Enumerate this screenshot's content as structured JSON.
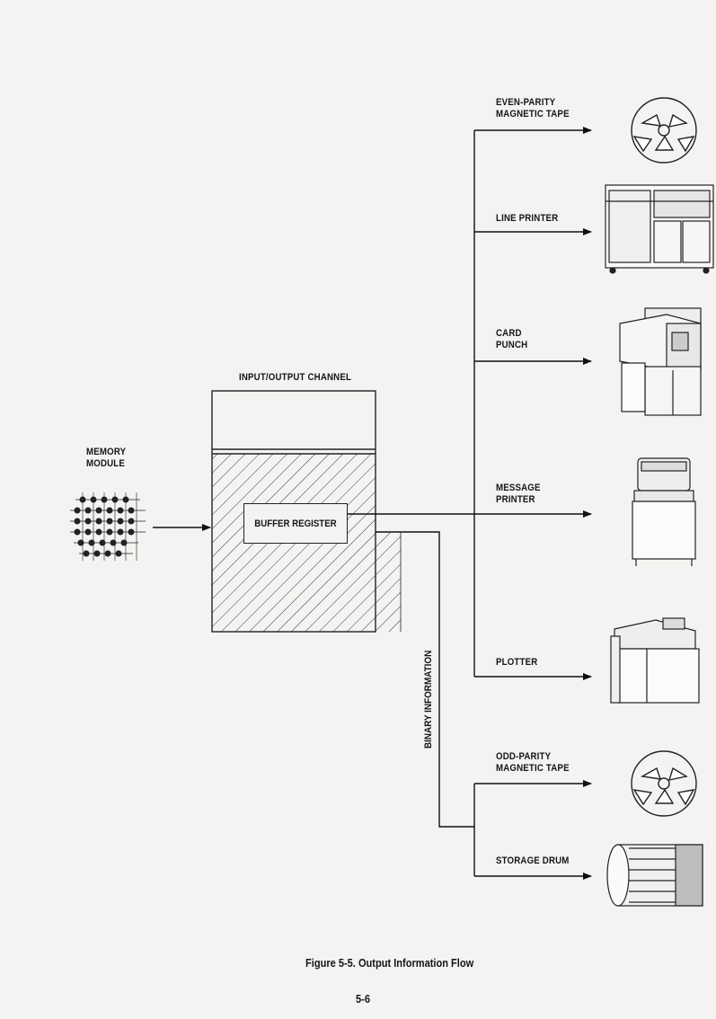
{
  "diagram": {
    "channel_label": "INPUT/OUTPUT CHANNEL",
    "memory_label": "MEMORY\nMODULE",
    "buffer_label": "BUFFER REGISTER",
    "vertical_label": "BINARY INFORMATION",
    "devices": [
      {
        "label": "EVEN-PARITY\nMAGNETIC TAPE",
        "icon": "magnetic-tape-reel-icon"
      },
      {
        "label": "LINE PRINTER",
        "icon": "line-printer-icon"
      },
      {
        "label": "CARD\nPUNCH",
        "icon": "card-punch-icon"
      },
      {
        "label": "MESSAGE\nPRINTER",
        "icon": "message-printer-icon"
      },
      {
        "label": "PLOTTER",
        "icon": "plotter-icon"
      },
      {
        "label": "ODD-PARITY\nMAGNETIC TAPE",
        "icon": "magnetic-tape-reel-icon"
      },
      {
        "label": "STORAGE DRUM",
        "icon": "storage-drum-icon"
      }
    ]
  },
  "caption": "Figure 5-5. Output Information Flow",
  "page_number": "5-6"
}
